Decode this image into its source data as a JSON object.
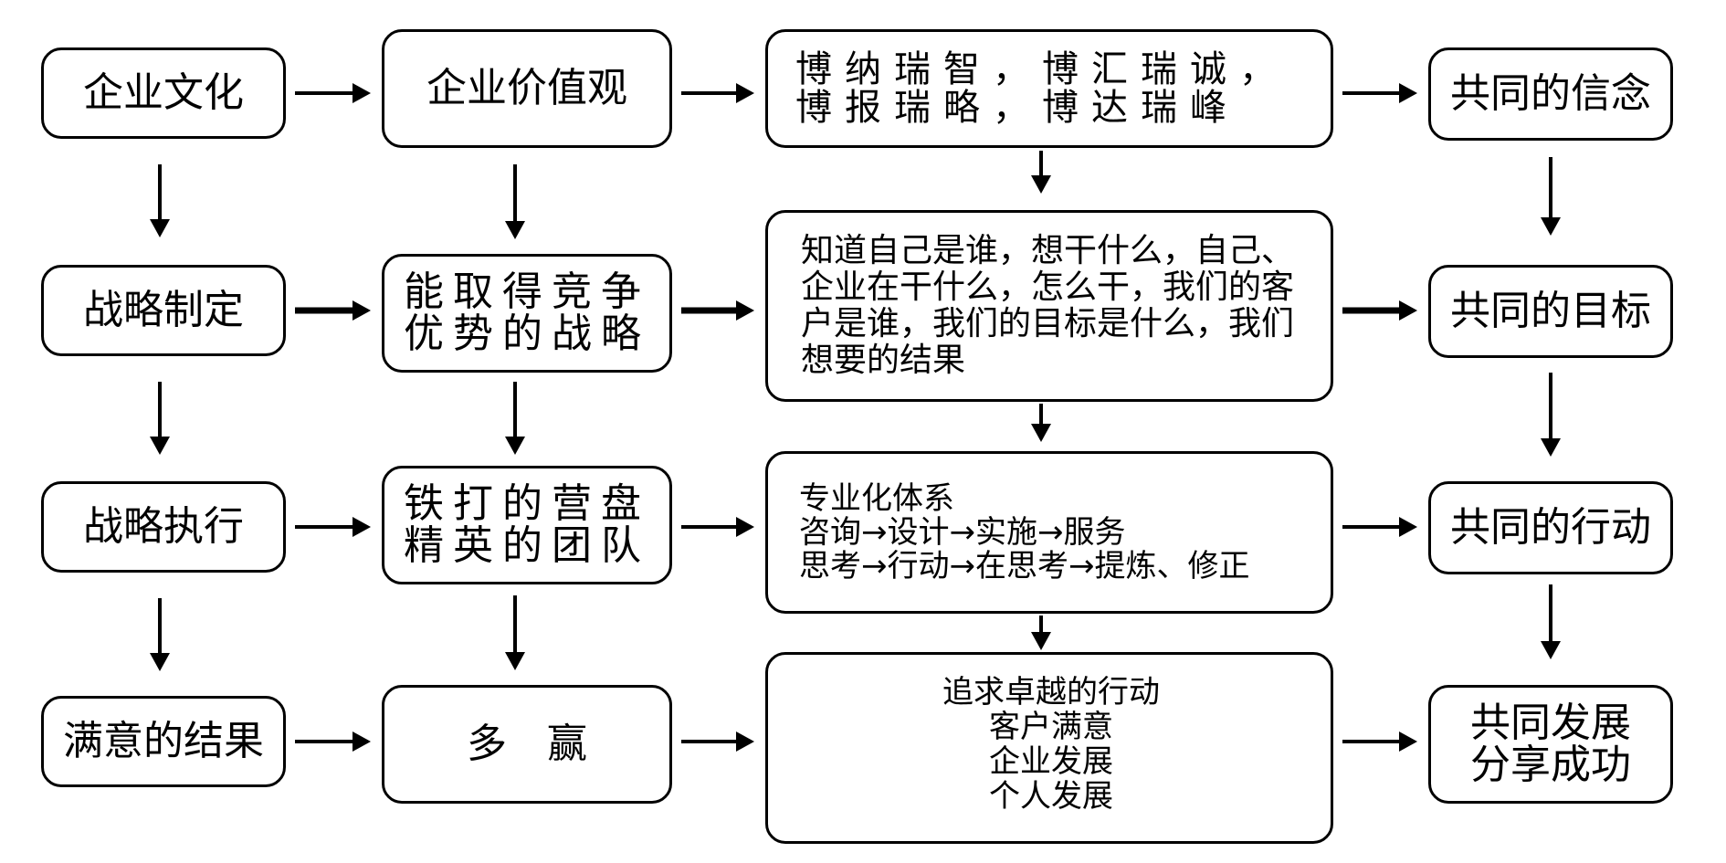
{
  "col1": [
    "企业文化",
    "战略制定",
    "战略执行",
    "满意的结果"
  ],
  "col2": [
    [
      "企业价值观"
    ],
    [
      "能取得竞争",
      "优势的战略"
    ],
    [
      "铁打的营盘",
      "精英的团队"
    ],
    [
      "多　赢"
    ]
  ],
  "col3": {
    "r1": [
      "博纳瑞智，博汇瑞诚，",
      "博报瑞略，博达瑞峰"
    ],
    "r2": [
      "知道自己是谁，想干什么，自己、",
      "企业在干什么，怎么干，我们的客",
      "户是谁，我们的目标是什么，我们",
      "想要的结果"
    ],
    "r3": [
      "专业化体系",
      "咨询→设计→实施→服务",
      "思考→行动→在思考→提炼、修正"
    ],
    "r4": [
      "追求卓越的行动",
      "客户满意",
      "企业发展",
      "个人发展"
    ]
  },
  "col4": [
    [
      "共同的信念"
    ],
    [
      "共同的目标"
    ],
    [
      "共同的行动"
    ],
    [
      "共同发展",
      "分享成功"
    ]
  ],
  "colors": {
    "stroke": "#000000",
    "fill": "#ffffff"
  }
}
